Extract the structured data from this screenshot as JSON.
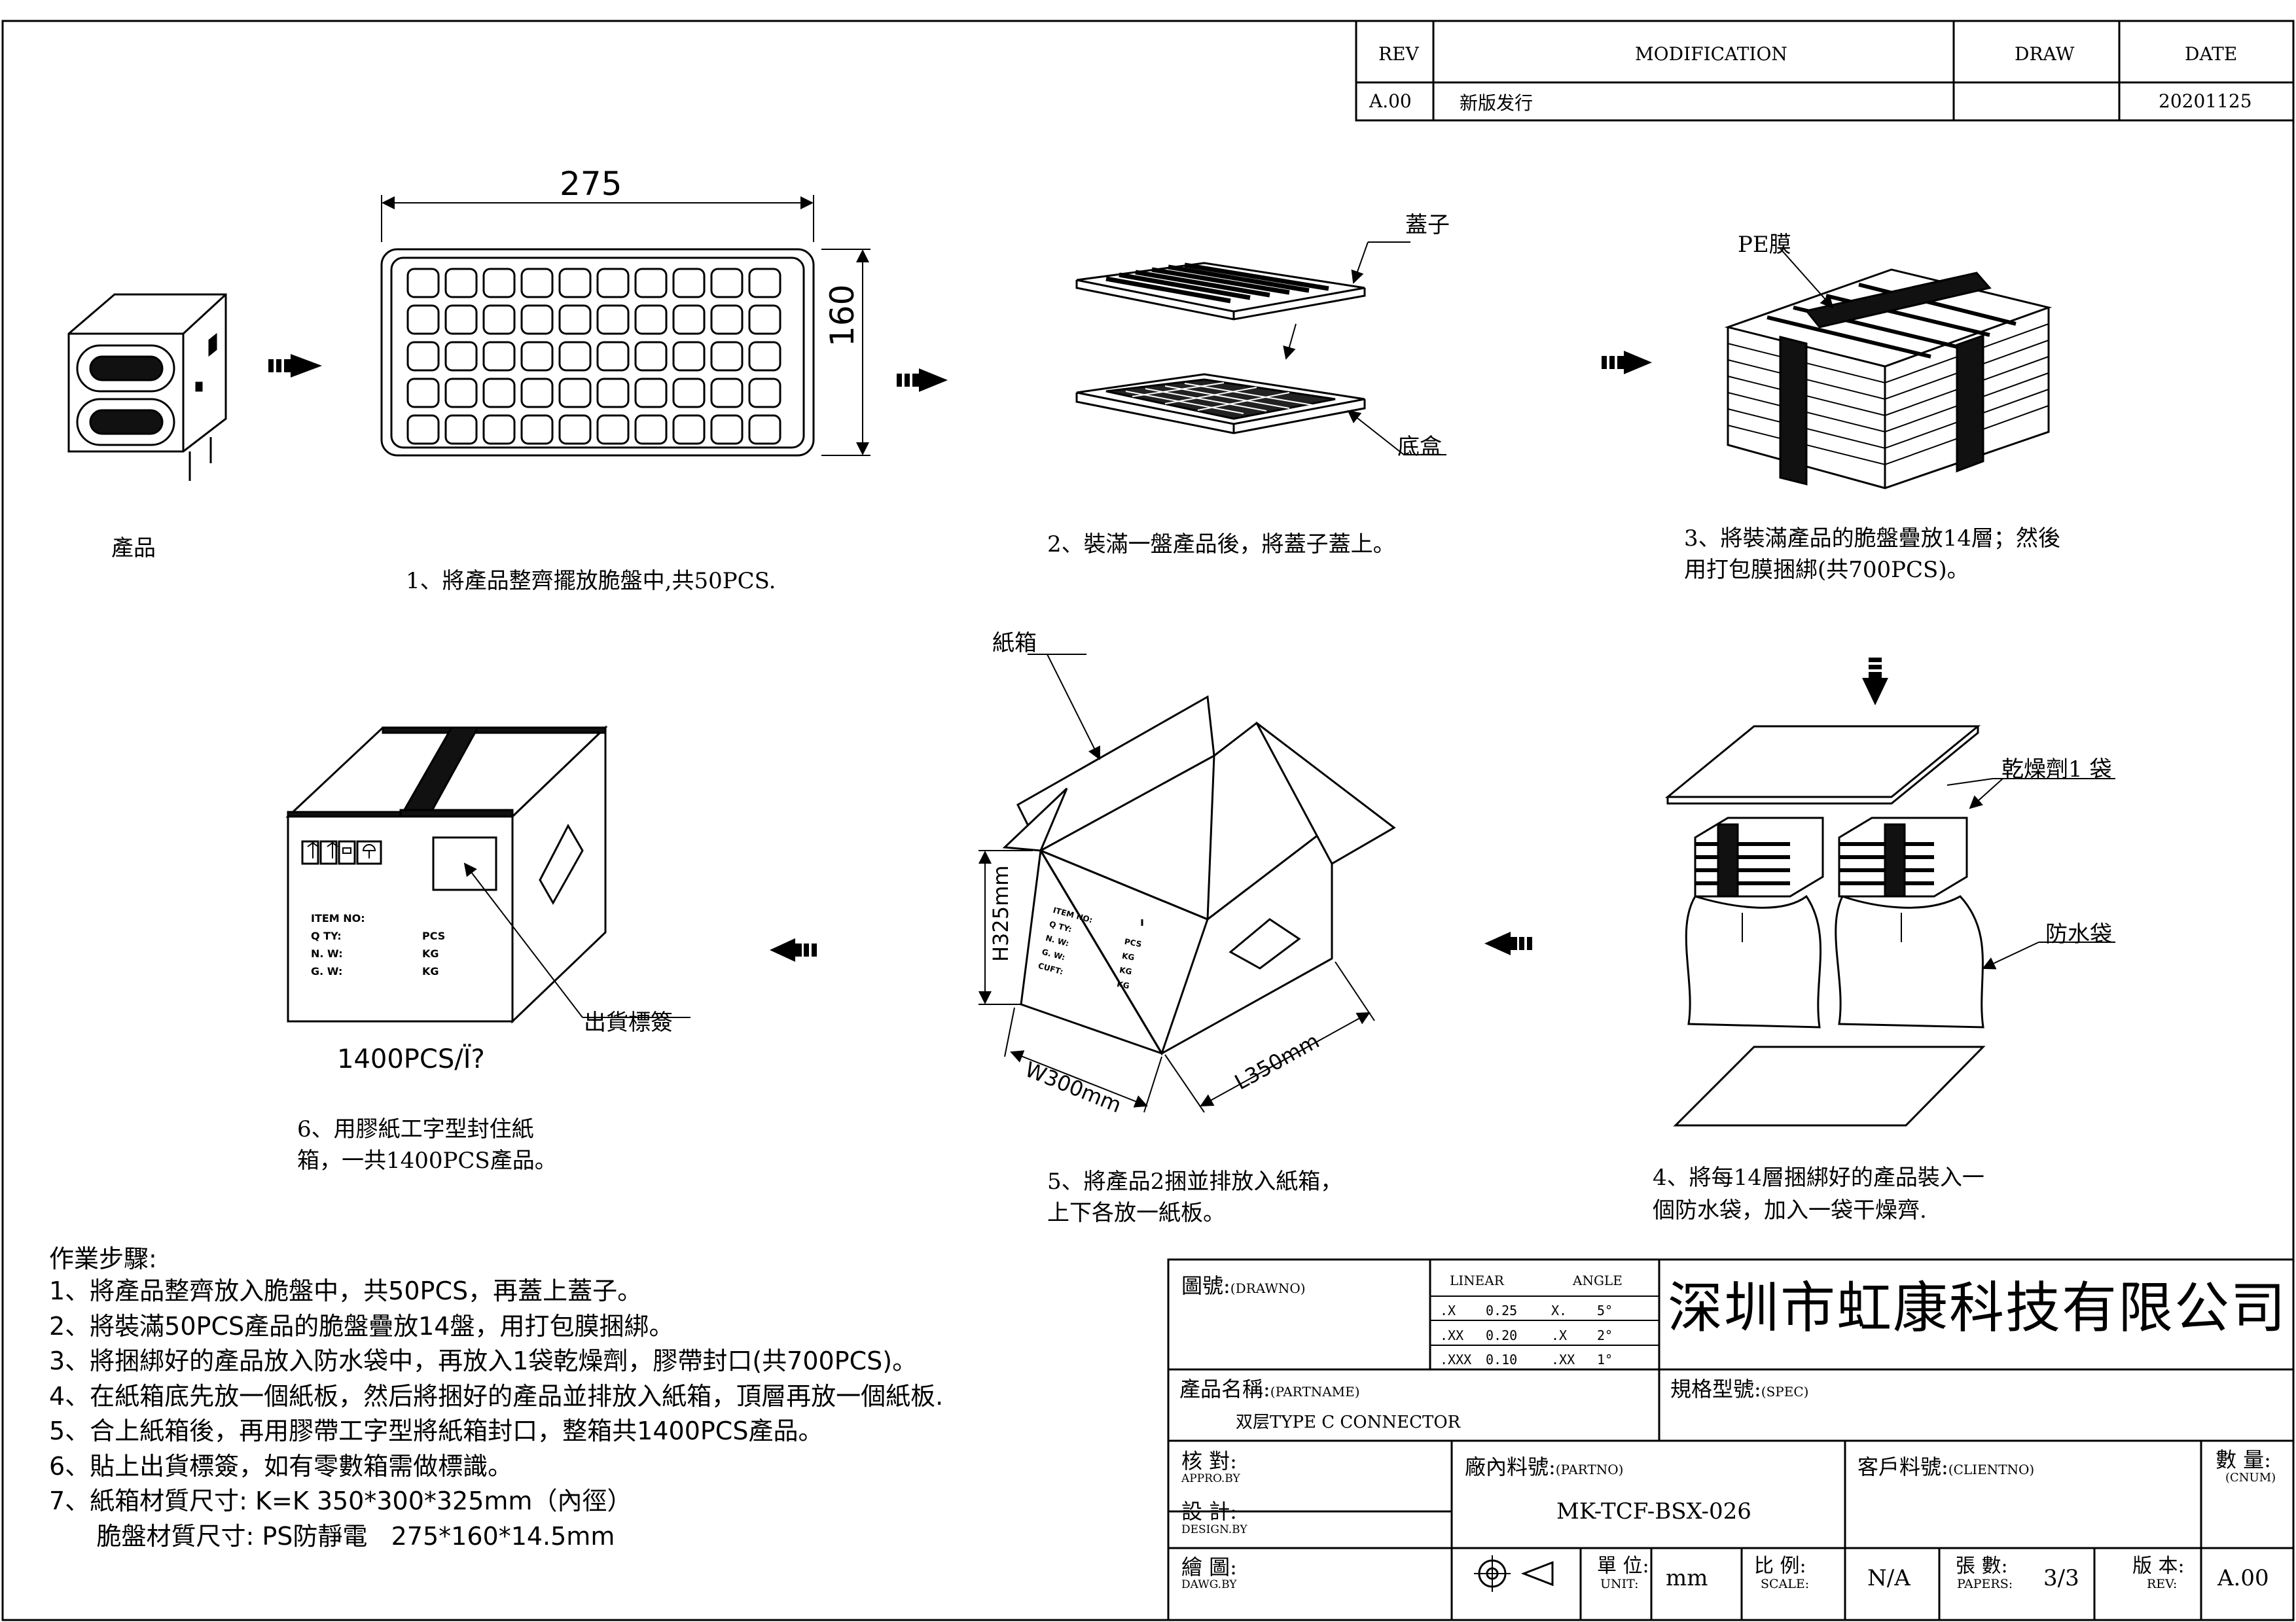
{
  "revision_block": {
    "headers": {
      "rev": "REV",
      "modification": "MODIFICATION",
      "draw": "DRAW",
      "date": "DATE"
    },
    "row": {
      "rev": "A.00",
      "modification": "新版发行",
      "draw": "",
      "date": "20201125"
    }
  },
  "tray": {
    "length": "275",
    "width": "160"
  },
  "labels": {
    "lid": "蓋子",
    "bottom_box": "底盒",
    "pe_film": "PE膜",
    "desiccant": "乾燥劑1 袋",
    "waterproof_bag": "防水袋",
    "carton": "紙箱",
    "shipping_label": "出貨標簽",
    "qty_per_carton": "1400PCS/Ï?",
    "carton_h": "H325mm",
    "carton_w": "W300mm",
    "carton_l": "L350mm"
  },
  "carton_marking": {
    "item_no": "ITEM NO:",
    "qty": "Q TY:",
    "nw": "N. W:",
    "gw": "G. W:",
    "cuft": "CUFT:",
    "pcs": "PCS",
    "kg": "KG"
  },
  "captions": {
    "product": "產品",
    "step1": "1、將產品整齊擺放脆盤中,共50PCS.",
    "step2": "2、裝滿一盤產品後，將蓋子蓋上。",
    "step3_l1": "3、將裝滿產品的脆盤疊放14層；然後",
    "step3_l2": "用打包膜捆綁(共700PCS)。",
    "step4_l1": "4、將每14層捆綁好的產品裝入一",
    "step4_l2": "個防水袋，加入一袋干燥齊.",
    "step5_l1": "5、將產品2捆並排放入紙箱，",
    "step5_l2": "上下各放一紙板。",
    "step6_l1": "6、用膠紙工字型封住紙",
    "step6_l2": "箱，一共1400PCS產品。"
  },
  "procedure": {
    "title": "作業步驟:",
    "lines": [
      "1、將產品整齊放入脆盤中，共50PCS，再蓋上蓋子。",
      "2、將裝滿50PCS產品的脆盤疊放14盤，用打包膜捆綁。",
      "3、將捆綁好的產品放入防水袋中，再放入1袋乾燥劑，膠帶封口(共700PCS)。",
      "4、在紙箱底先放一個紙板，然后將捆好的產品並排放入紙箱，頂層再放一個紙板.",
      "5、合上紙箱後，再用膠帶工字型將紙箱封口，整箱共1400PCS產品。",
      "6、貼上出貨標簽，如有零數箱需做標識。",
      "7、紙箱材質尺寸: K=K  350*300*325mm（內徑）",
      "      脆盤材質尺寸: PS防靜電   275*160*14.5mm"
    ]
  },
  "title_block": {
    "drawno_label": "圖號:",
    "drawno_en": "(DRAWNO)",
    "tol_linear": "LINEAR",
    "tol_angle": "ANGLE",
    "tol_rows": [
      [
        ".X",
        "0.25",
        "X.",
        "5°"
      ],
      [
        ".XX",
        "0.20",
        ".X",
        "2°"
      ],
      [
        ".XXX",
        "0.10",
        ".XX",
        "1°"
      ]
    ],
    "company": "深圳市虹康科技有限公司",
    "partname_label": "產品名稱:",
    "partname_en": "(PARTNAME)",
    "partname": "双层TYPE C   CONNECTOR",
    "spec_label": "規格型號:",
    "spec_en": "(SPEC)",
    "appro_label": "核  對:",
    "appro_en": "APPRO.BY",
    "design_label": "設  計:",
    "design_en": "DESIGN.BY",
    "drawn_label": "繪  圖:",
    "drawn_en": "DAWG.BY",
    "partno_label": "廠內料號:",
    "partno_en": "(PARTNO)",
    "partno": "MK-TCF-BSX-026",
    "clientno_label": "客戶料號:",
    "clientno_en": "(CLIENTNO)",
    "cnum_label": "數  量:",
    "cnum_en": "(CNUM)",
    "unit_label": "單 位:",
    "unit_en": "UNIT:",
    "unit": "mm",
    "scale_label": "比 例:",
    "scale_en": "SCALE:",
    "scale": "N/A",
    "papers_label": "張 數:",
    "papers_en": "PAPERS:",
    "papers": "3/3",
    "rev_label": "版 本:",
    "rev_en": "REV:",
    "rev": "A.00"
  }
}
